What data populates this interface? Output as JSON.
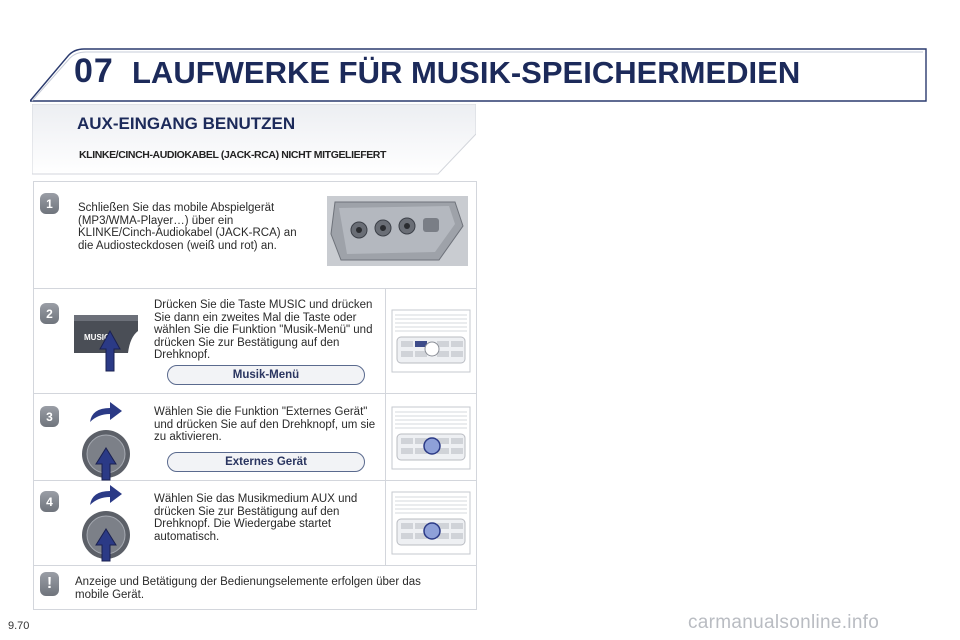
{
  "chapter": {
    "number": "07",
    "title": "LAUFWERKE FÜR MUSIK-SPEICHERMEDIEN"
  },
  "section": {
    "title": "AUX-EINGANG BENUTZEN",
    "subtitle": "KLINKE/CINCH-AUDIOKABEL (JACK-RCA) NICHT MITGELIEFERT"
  },
  "steps": [
    {
      "number": "1",
      "text": "Schließen Sie das mobile Abspielgerät (MP3/WMA-Player…) über ein KLINKE/Cinch-Audiokabel (JACK-RCA) an die Audiosteckdosen (weiß und rot) an."
    },
    {
      "number": "2",
      "text": "Drücken Sie die Taste MUSIC und drücken Sie dann ein zweites Mal die Taste oder wählen Sie die Funktion \"Musik-Menü\" und drücken Sie zur Bestätigung auf den Drehknopf.",
      "pill": "Musik-Menü",
      "button_label": "MUSIC"
    },
    {
      "number": "3",
      "text": "Wählen Sie die Funktion \"Externes Gerät\" und drücken Sie auf den Drehknopf, um sie zu aktivieren.",
      "pill": "Externes Gerät"
    },
    {
      "number": "4",
      "text": "Wählen Sie das Musikmedium AUX und drücken Sie zur Bestätigung auf den Drehknopf. Die Wiedergabe startet automatisch."
    }
  ],
  "note": {
    "symbol": "!",
    "text": "Anzeige und Betätigung der Bedienungselemente erfolgen über das mobile Gerät."
  },
  "page_number": "9.70",
  "watermark": "carmanualsonline.info",
  "colors": {
    "title_blue": "#1c2a5a",
    "border_gray": "#d3d6dc",
    "step_badge": "#7c8088"
  },
  "icons": [
    "aux-socket-photo",
    "music-button-icon",
    "rotate-arrow-icon",
    "rotary-knob-icon",
    "press-arrow-icon",
    "radio-panel-thumbnail",
    "warning-icon"
  ]
}
